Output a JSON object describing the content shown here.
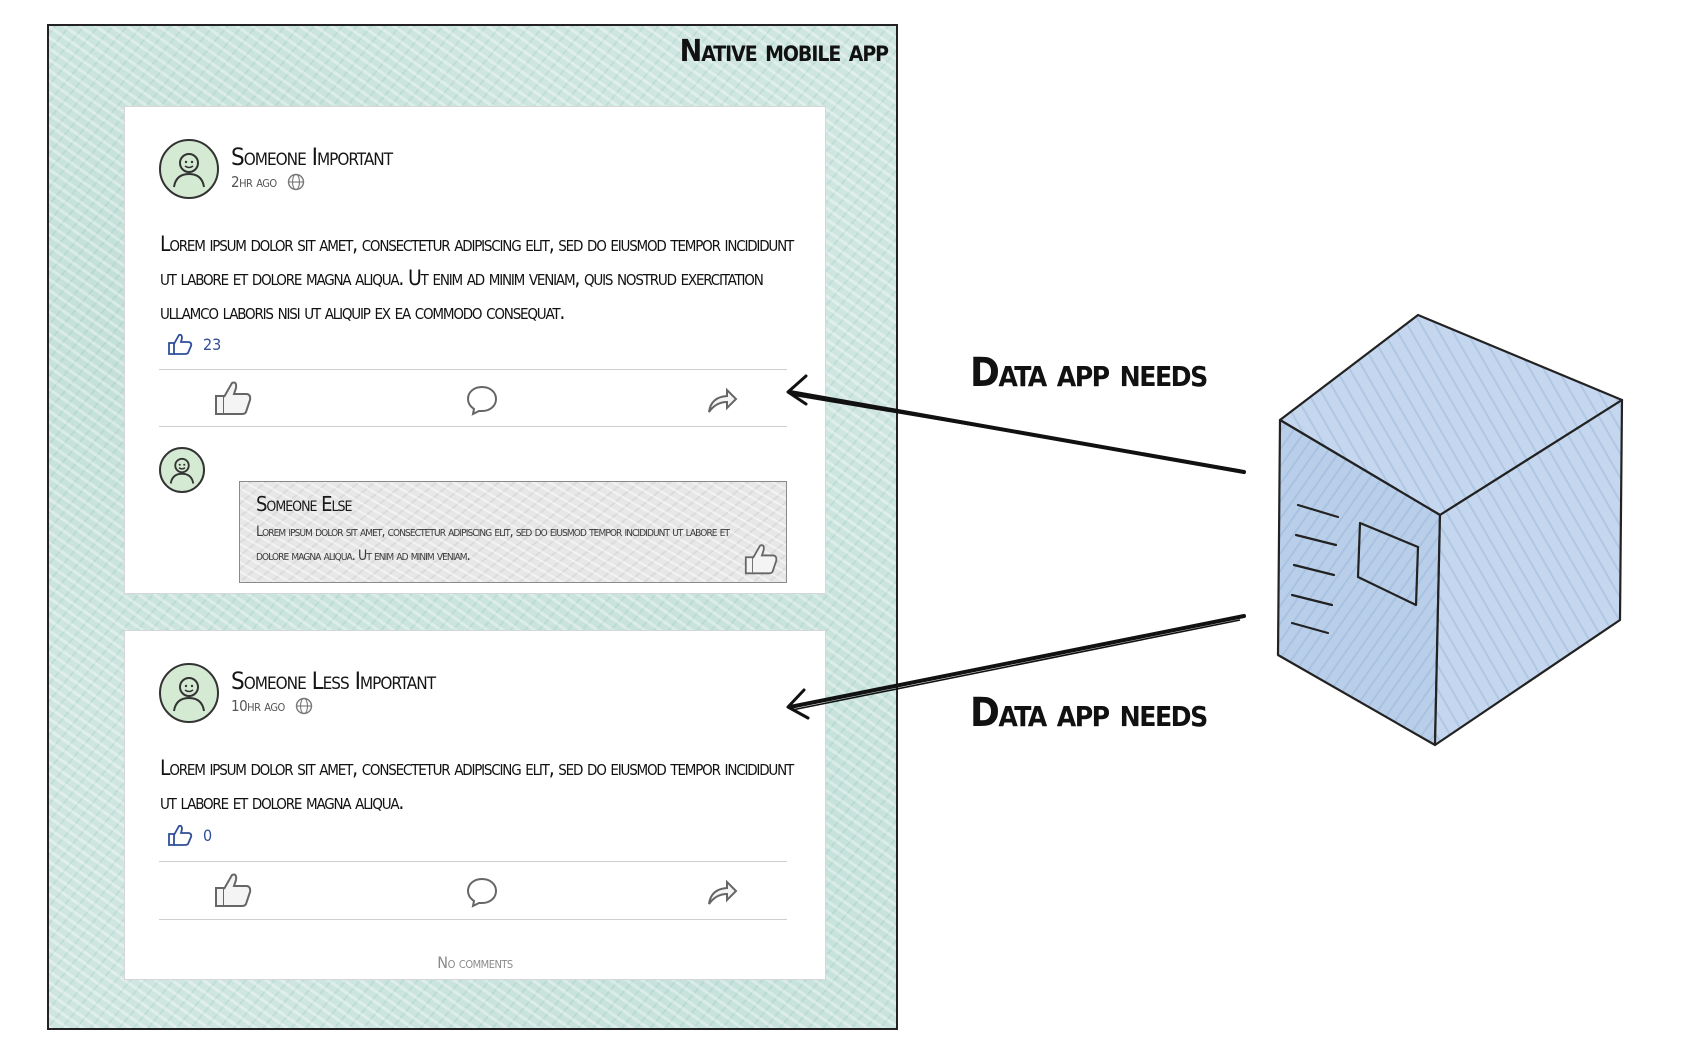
{
  "app_frame": {
    "title": "Native mobile app"
  },
  "posts": [
    {
      "author": "Someone Important",
      "time": "2hr ago",
      "body": "Lorem ipsum dolor sit amet, consectetur adipiscing elit, sed do eiusmod tempor incididunt ut labore et dolore magna aliqua. Ut enim ad minim veniam, quis nostrud exercitation ullamco laboris nisi ut aliquip ex ea commodo consequat.",
      "likes": "23",
      "comment": {
        "author": "Someone Else",
        "text": "Lorem ipsum dolor sit amet, consectetur adipiscing elit, sed do eiusmod tempor incididunt ut labore et dolore magna aliqua. Ut enim ad minim veniam."
      }
    },
    {
      "author": "Someone Less Important",
      "time": "10hr ago",
      "body": "Lorem ipsum dolor sit amet, consectetur adipiscing elit, sed do eiusmod tempor incididunt ut labore et dolore magna aliqua.",
      "likes": "0",
      "no_comments": "No comments"
    }
  ],
  "arrows": [
    {
      "label": "Data app needs"
    },
    {
      "label": "Data app needs"
    }
  ],
  "icons": {
    "avatar": "person-avatar-icon",
    "visibility": "globe-icon",
    "like_count": "thumbs-up-icon",
    "like_action": "thumbs-up-icon",
    "comment_action": "speech-bubble-icon",
    "share_action": "share-arrow-icon",
    "server": "server-cube-icon"
  },
  "colors": {
    "app_background": "#cfe6e0",
    "card_background": "#ffffff",
    "comment_background": "#e7e7e7",
    "cube_blue": "#b9cfe9",
    "like_blue": "#2f4f9a",
    "avatar_green": "#d4ead3"
  }
}
